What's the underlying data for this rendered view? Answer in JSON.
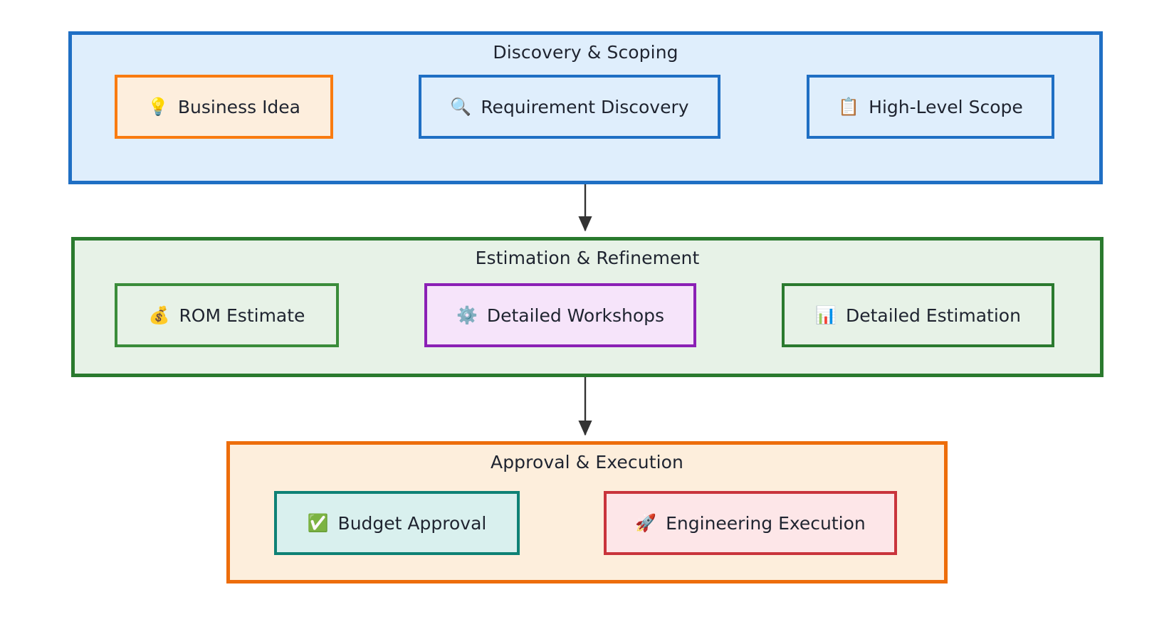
{
  "diagram": {
    "type": "flowchart",
    "direction": "top-down",
    "background": "#ffffff",
    "clusters": [
      {
        "id": "discovery",
        "title": "Discovery & Scoping",
        "border_color": "#1f6fc4",
        "fill_color": "#dfeefc"
      },
      {
        "id": "estimation",
        "title": "Estimation & Refinement",
        "border_color": "#2a7a2e",
        "fill_color": "#e7f2e7"
      },
      {
        "id": "approval",
        "title": "Approval & Execution",
        "border_color": "#ed6d0b",
        "fill_color": "#fdeedc"
      }
    ],
    "nodes": [
      {
        "id": "business-idea",
        "cluster": "discovery",
        "icon": "light-bulb-emoji",
        "emoji": "💡",
        "label": "Business Idea",
        "border_color": "#f97b10",
        "fill_color": "#fdeedd"
      },
      {
        "id": "requirement-discovery",
        "cluster": "discovery",
        "icon": "magnifying-glass-emoji",
        "emoji": "🔍",
        "label": "Requirement Discovery",
        "border_color": "#1f6fc4",
        "fill_color": "#dfeefc"
      },
      {
        "id": "high-level-scope",
        "cluster": "discovery",
        "icon": "clipboard-emoji",
        "emoji": "📋",
        "label": "High-Level Scope",
        "border_color": "#1f6fc4",
        "fill_color": "#dfeefc"
      },
      {
        "id": "rom-estimate",
        "cluster": "estimation",
        "icon": "money-bag-emoji",
        "emoji": "💰",
        "label": "ROM Estimate",
        "border_color": "#3a8c3a",
        "fill_color": "#e7f2e7"
      },
      {
        "id": "detailed-workshops",
        "cluster": "estimation",
        "icon": "gear-emoji",
        "emoji": "⚙️",
        "label": "Detailed Workshops",
        "border_color": "#8b20b5",
        "fill_color": "#f6e4fa"
      },
      {
        "id": "detailed-estimation",
        "cluster": "estimation",
        "icon": "bar-chart-emoji",
        "emoji": "📊",
        "label": "Detailed Estimation",
        "border_color": "#2a7a2e",
        "fill_color": "#e7f2e7"
      },
      {
        "id": "budget-approval",
        "cluster": "approval",
        "icon": "check-mark-box-emoji",
        "emoji": "✅",
        "label": "Budget Approval",
        "border_color": "#0e8175",
        "fill_color": "#d9f0ee"
      },
      {
        "id": "engineering-execution",
        "cluster": "approval",
        "icon": "rocket-emoji",
        "emoji": "🚀",
        "label": "Engineering Execution",
        "border_color": "#c9343c",
        "fill_color": "#fde6e8"
      }
    ],
    "edges": [
      {
        "from": "business-idea",
        "to": "requirement-discovery",
        "label": ""
      },
      {
        "from": "requirement-discovery",
        "to": "high-level-scope",
        "label": ""
      },
      {
        "from": "discovery",
        "to": "estimation",
        "label": ""
      },
      {
        "from": "rom-estimate",
        "to": "detailed-workshops",
        "label": ""
      },
      {
        "from": "detailed-workshops",
        "to": "detailed-estimation",
        "label": ""
      },
      {
        "from": "estimation",
        "to": "approval",
        "label": ""
      },
      {
        "from": "budget-approval",
        "to": "engineering-execution",
        "label": ""
      }
    ],
    "edge_color": "#333333"
  }
}
